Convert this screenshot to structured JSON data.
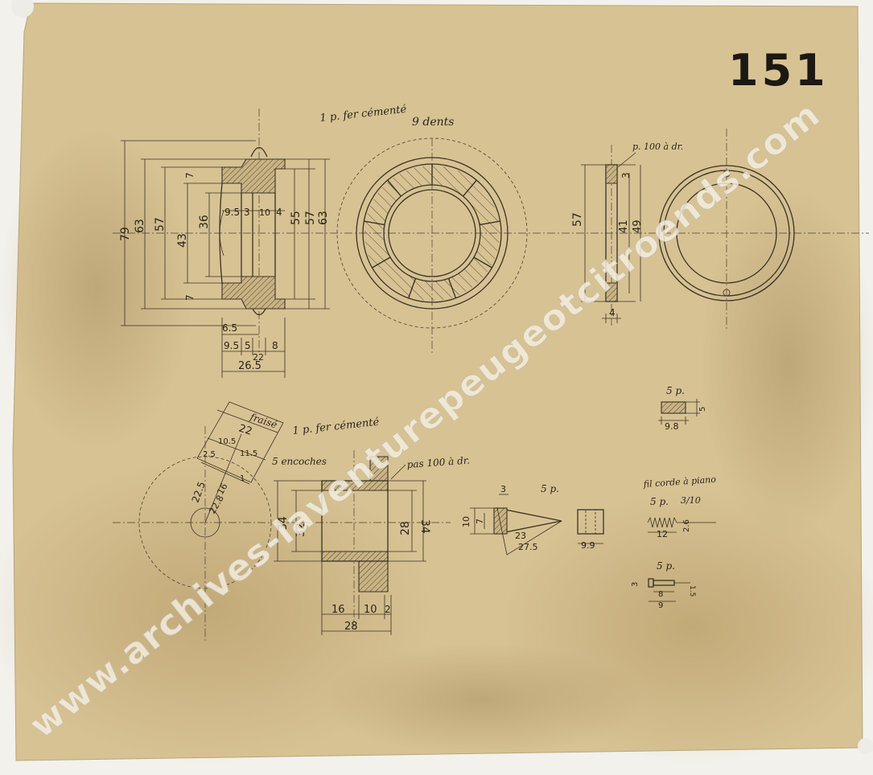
{
  "drawing": {
    "sheet_number": "151",
    "notes": {
      "top_left": "1 p. fer cémenté",
      "teeth": "9 dents",
      "top_right": "p. 100 à dr.",
      "mid_left": "1 p. fer cémenté",
      "fraise": "fraisé",
      "notches": "5 encoches",
      "pitch": "pas 100 à dr.",
      "five_a": "5 p.",
      "five_b": "5 p.",
      "five_c": "5 p.",
      "five_d": "5 p.",
      "wire": "fil corde à piano",
      "wire_gauge": "3/10"
    },
    "dims_a": {
      "d79": "79",
      "d63": "63",
      "d57": "57",
      "d43": "43",
      "d36": "36",
      "d7a": "7",
      "d7b": "7",
      "d95": "9.5",
      "d3": "3",
      "d10": "10",
      "d4": "4",
      "d55": "55",
      "d57b": "57",
      "d63b": "63",
      "d65": "6.5",
      "d95b": "9.5",
      "d5": "5",
      "d8": "8",
      "d22": "22",
      "d265": "26.5"
    },
    "dims_b": {
      "d57": "57",
      "d3": "3",
      "d41": "41",
      "d49": "49",
      "d4": "4"
    },
    "dims_c": {
      "d22": "22",
      "d105": "10.5",
      "d115": "11.5",
      "d25": "2.5",
      "d225": "22.5",
      "d16": "16",
      "d228": "22.8",
      "d1": "1"
    },
    "dims_d": {
      "d34": "34",
      "d32": "32",
      "d28": "28",
      "d34b": "34",
      "d16": "16",
      "d10": "10",
      "d2": "2",
      "d28b": "28"
    },
    "dims_e": {
      "d3": "3",
      "d10": "10",
      "d7": "7",
      "d23": "23",
      "d275": "27.5"
    },
    "dims_f": {
      "d99": "9.9"
    },
    "dims_g": {
      "d98": "9.8",
      "d5": "5"
    },
    "dims_h": {
      "d12": "12",
      "d26": "2.6"
    },
    "dims_i": {
      "d3": "3",
      "d15": "1.5",
      "d8": "8",
      "d9": "9"
    },
    "watermark": "www.archives-laventurepeugeotcitroends.com"
  },
  "colors": {
    "paper": "#d9c495",
    "ink": "#2b241a",
    "stain": "#a88a57",
    "watermark": "#f4efe2"
  }
}
